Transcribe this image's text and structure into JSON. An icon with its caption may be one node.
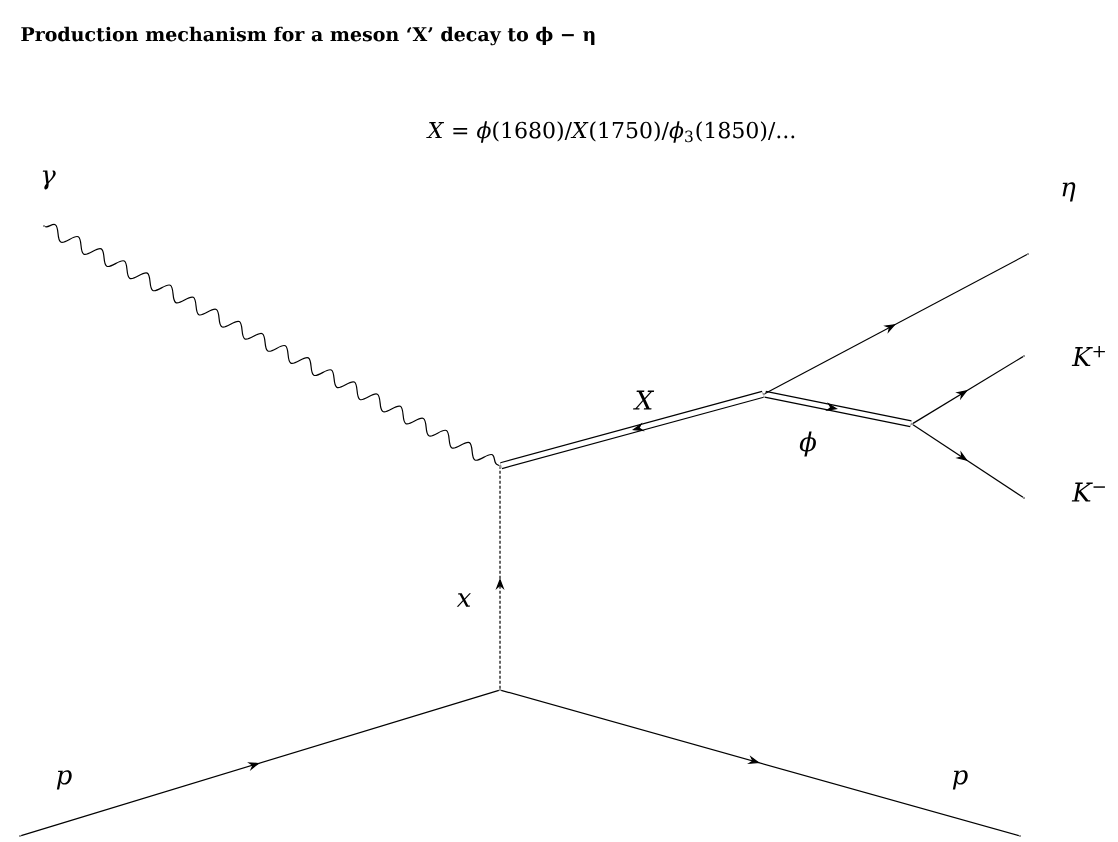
{
  "diagram": {
    "title": "Production mechanism for a meson ‘X’ decay to ϕ − η",
    "nodes": [
      {
        "text": [],
        "shape": "point",
        "beside": [
          "γ"
        ]
      },
      {
        "text": [],
        "shape": "point"
      },
      {
        "text": [],
        "shape": "point"
      },
      {
        "text": [],
        "shape": "point"
      },
      {
        "text": [],
        "shape": "point",
        "beside": [
          "η"
        ]
      },
      {
        "text": [],
        "shape": "point",
        "beside": [
          "*K*$^{+}$"
        ]
      },
      {
        "text": [],
        "shape": "point",
        "beside": [
          "*K*$^{−}$"
        ]
      },
      {
        "text": [],
        "shape": "point"
      },
      {
        "text": [],
        "shape": "point",
        "beside": [
          "p"
        ]
      },
      {
        "text": [],
        "shape": "point",
        "beside": [
          "p"
        ]
      }
    ],
    "edges": [
      {
        "from": 0,
        "to": 1,
        "arrow": "none"
      },
      {
        "from": 2,
        "to": 1,
        "arrow": "to",
        "style": "thick",
        "label": "X"
      },
      {
        "from": 2,
        "to": 3,
        "arrow": "to",
        "style": "thick",
        "label": "ϕ"
      },
      {
        "from": 2,
        "to": 4,
        "arrow": "to"
      },
      {
        "from": 3,
        "to": 5,
        "arrow": "to"
      },
      {
        "from": 3,
        "to": 6,
        "arrow": "to"
      },
      {
        "from": 7,
        "to": 1,
        "arrow": "to",
        "style": "dashed",
        "label": "x"
      },
      {
        "from": 8,
        "to": 7,
        "arrow": "to"
      },
      {
        "from": 7,
        "to": 9,
        "arrow": "to"
      }
    ],
    "labels": [
      "*X* = *ϕ*(1680)/*X*(1750)/*ϕ*$_{3}$(1850)/..."
    ]
  }
}
